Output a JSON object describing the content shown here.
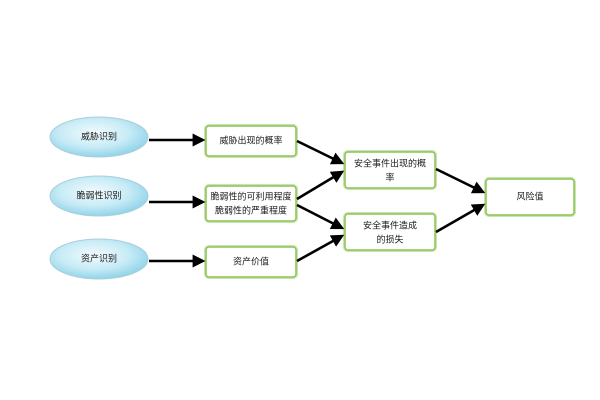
{
  "nodes": {
    "threat_identification": "威胁识别",
    "vulnerability_identification": "脆弱性识别",
    "asset_identification": "资产识别",
    "threat_probability": "威胁出现的概率",
    "vulnerability_exploitability": "脆弱性的可利用程度",
    "vulnerability_severity": "脆弱性的严重程度",
    "asset_value": "资产价值",
    "incident_probability_line1": "安全事件出现的概",
    "incident_probability_line2": "率",
    "incident_loss_line1": "安全事件造成",
    "incident_loss_line2": "的损失",
    "risk_value": "风险值"
  },
  "colors": {
    "ellipse_fill_light": "#e9f7fc",
    "ellipse_fill_dark": "#8fd3ea",
    "ellipse_stroke": "#9ec9d8",
    "box_fill": "#ffffff",
    "box_stroke": "#93c95c",
    "box_stroke_outer": "#c9e4ac",
    "arrow": "#000000"
  }
}
